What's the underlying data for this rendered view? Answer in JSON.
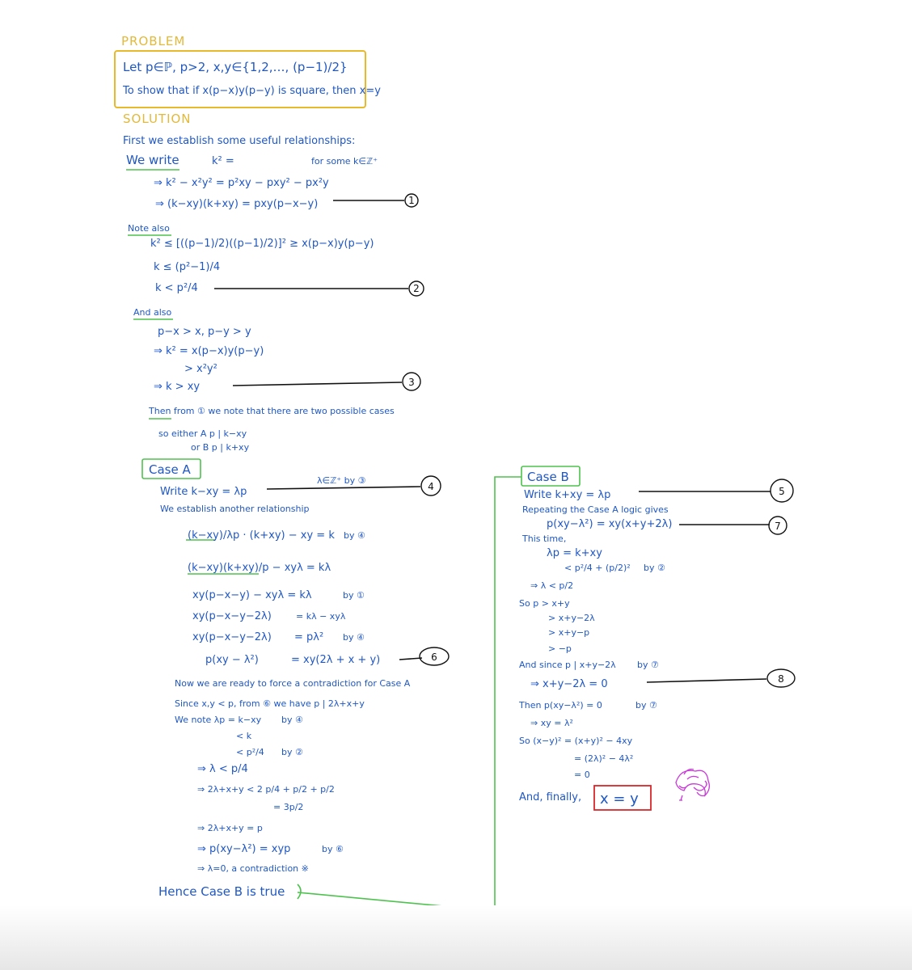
{
  "problem": {
    "heading": "PROBLEM",
    "line1": "Let p∈ℙ, p>2, x,y∈{1,2,…, (p−1)/2}",
    "line2": "To show that if x(p−x)y(p−y) is square, then x=y"
  },
  "solution": {
    "heading": "SOLUTION",
    "intro": "First we establish some useful relationships:",
    "we_write": "We write",
    "k_sq": "k² =",
    "for_some": "for some k∈ℤ⁺",
    "expand": "⇒   k² − x²y² = p²xy − pxy² − px²y",
    "eq1": "⇒ (k−xy)(k+xy) = pxy(p−x−y)",
    "note_also": "Note also",
    "bound": "k² ≤ [((p−1)/2)((p−1)/2)]² ≥ x(p−x)y(p−y)",
    "k_le": "k ≤ (p²−1)/4",
    "k_lt": "k < p²/4",
    "and_also": "And also",
    "px_gt": "p−x > x,  p−y > y",
    "k2_eq": "⇒ k² = x(p−x)y(p−y)",
    "gt_x2y2": "> x²y²",
    "k_gt_xy": "⇒  k > xy",
    "then_from": "Then from ① we note that there are two possible cases",
    "either": "so either  A   p | k−xy",
    "or": "or  B   p | k+xy"
  },
  "caseA": {
    "label": "Case A",
    "write": "Write  k−xy = λp",
    "lambda_note": "λ∈ℤ⁺ by ③",
    "establish": "We establish another relationship",
    "l1": "(k−xy)/λp · (k+xy) − xy = k",
    "l1r": "by ④",
    "l2": "(k−xy)(k+xy)/p − xyλ = kλ",
    "l3": "xy(p−x−y)  − xyλ = kλ",
    "l3r": "by ①",
    "l4": "xy(p−x−y−2λ)",
    "l4r": "= kλ − xyλ",
    "l5": "xy(p−x−y−2λ)",
    "l5r": "= pλ²",
    "l5b": "by ④",
    "l6": "p(xy − λ²)",
    "l6r": "= xy(2λ + x + y)",
    "now": "Now we are ready to force a contradiction for Case A",
    "since": "Since x,y < p, from ⑥ we have  p | 2λ+x+y",
    "we_note": "We note  λp = k−xy",
    "we_note_r": "by ④",
    "lt_k": "< k",
    "lt_p2": "< p²/4",
    "lt_p2_r": "by ②",
    "lam_lt": "⇒   λ < p/4",
    "sum_lt": "⇒   2λ+x+y  <  2 p/4 + p/2 + p/2",
    "eq_3p2": "= 3p/2",
    "sum_eq": "⇒  2λ+x+y  =  p",
    "p_eq": "⇒  p(xy−λ²) = xyp",
    "p_eq_r": "by ⑥",
    "lam0": "⇒  λ=0,  a contradiction ※",
    "hence": "Hence  Case B is true"
  },
  "caseB": {
    "label": "Case B",
    "write": "Write  k+xy = λp",
    "repeat": "Repeating the Case A logic gives",
    "rep_eq": "p(xy−λ²) = xy(x+y+2λ)",
    "this_time": "This time,",
    "lp": "λp = k+xy",
    "lp2": "< p²/4 + (p/2)²",
    "lp2_r": "by ②",
    "lam_lt": "⇒  λ < p/2",
    "so_p": "So  p > x+y",
    "s1": "> x+y−2λ",
    "s2": "> x+y−p",
    "s3": "> −p",
    "and_since": "And since  p | x+y−2λ",
    "and_since_r": "by ⑦",
    "zero": "⇒  x+y−2λ = 0",
    "then": "Then  p(xy−λ²) = 0",
    "then_r": "by ⑦",
    "xy_eq": "⇒  xy = λ²",
    "so_sq": "So  (x−y)² = (x+y)² − 4xy",
    "sq2": "= (2λ)²  − 4λ²",
    "sq3": "= 0",
    "finally": "And, finally,",
    "answer": "x = y"
  },
  "markers": {
    "m1": "1",
    "m2": "2",
    "m3": "3",
    "m4": "4",
    "m5": "5",
    "m6": "6",
    "m7": "7",
    "m8": "8"
  },
  "colors": {
    "ink": "#1f57c4",
    "heading": "#e2b93a",
    "green": "#4ec24e",
    "answer_box": "#d9262a",
    "doodle": "#c83ad6"
  }
}
